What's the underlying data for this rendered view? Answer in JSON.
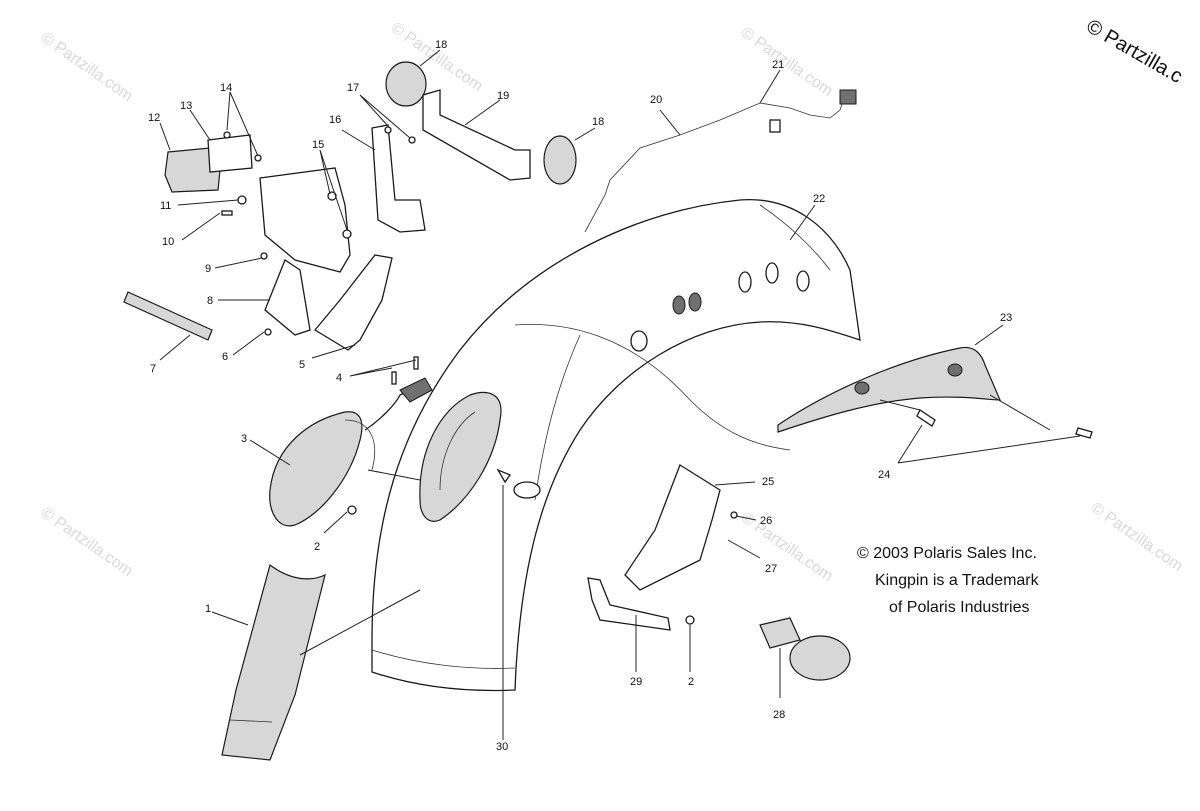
{
  "diagram": {
    "callouts": [
      "1",
      "2",
      "2",
      "3",
      "4",
      "5",
      "6",
      "7",
      "8",
      "9",
      "10",
      "11",
      "12",
      "13",
      "14",
      "15",
      "16",
      "17",
      "18",
      "18",
      "19",
      "20",
      "21",
      "22",
      "23",
      "24",
      "25",
      "26",
      "27",
      "28",
      "29",
      "30"
    ],
    "copyright_line": "© 2003 Polaris Sales Inc.",
    "trademark_line1": "Kingpin is a Trademark",
    "trademark_line2": "of Polaris Industries",
    "corner_brand": "© Partzilla.c",
    "watermark": "© Partzilla.com"
  }
}
